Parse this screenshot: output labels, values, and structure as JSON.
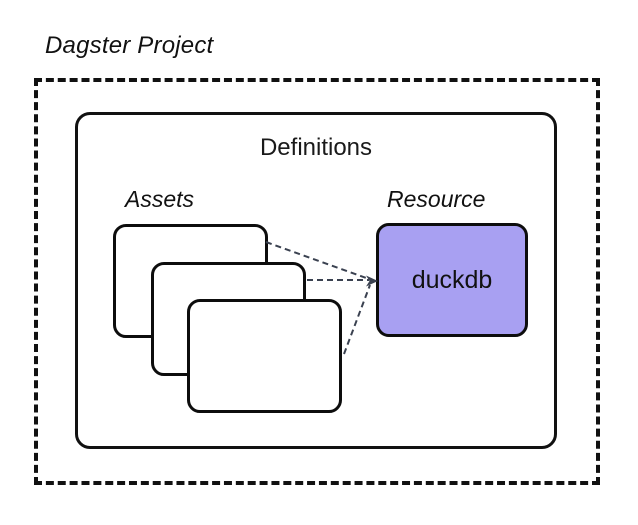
{
  "title": "Dagster Project",
  "definitions": {
    "label": "Definitions"
  },
  "assets": {
    "label": "Assets",
    "count": 3
  },
  "resource": {
    "label": "Resource",
    "node_label": "duckdb"
  },
  "edges": [
    {
      "from": "asset-card-1",
      "to": "duckdb",
      "style": "dashed"
    },
    {
      "from": "asset-card-2",
      "to": "duckdb",
      "style": "dashed"
    },
    {
      "from": "asset-card-3",
      "to": "duckdb",
      "style": "dashed"
    }
  ],
  "colors": {
    "background": "#ffffff",
    "outline": "#111111",
    "resource_fill": "#a8a0f2",
    "connector": "#3a4150"
  }
}
